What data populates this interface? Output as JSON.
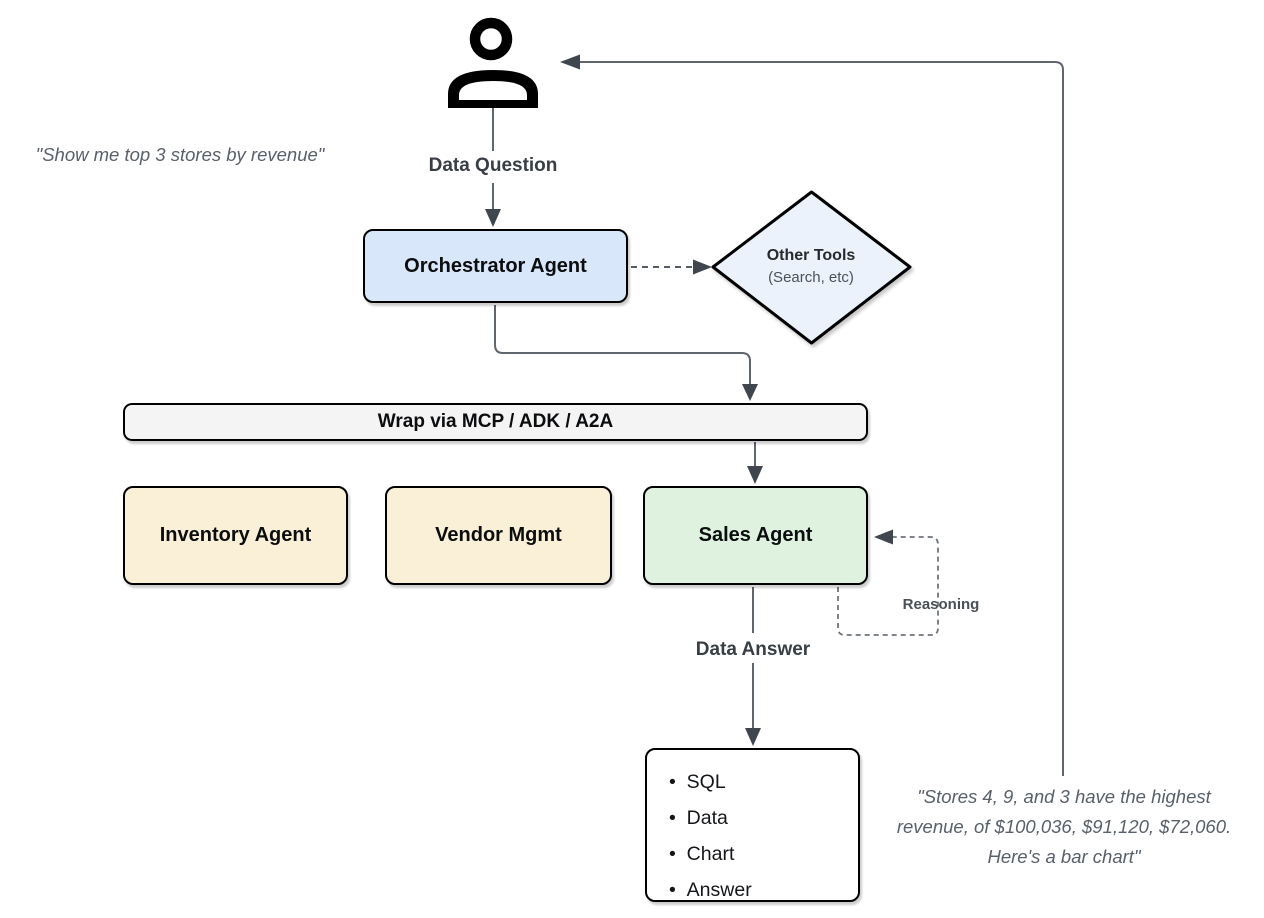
{
  "labels": {
    "data_question": "Data Question",
    "data_answer": "Data Answer",
    "reasoning": "Reasoning"
  },
  "nodes": {
    "orchestrator": {
      "label": "Orchestrator Agent"
    },
    "other_tools": {
      "title": "Other Tools",
      "subtitle": "(Search, etc)"
    },
    "wrap_bar": {
      "label": "Wrap via MCP / ADK / A2A"
    },
    "inventory": {
      "label": "Inventory Agent"
    },
    "vendor": {
      "label": "Vendor Mgmt"
    },
    "sales": {
      "label": "Sales Agent"
    },
    "output": {
      "items": [
        "SQL",
        "Data",
        "Chart",
        "Answer"
      ]
    }
  },
  "quotes": {
    "left": "\"Show me top 3 stores by revenue\"",
    "right": [
      "\"Stores 4, 9, and 3 have the highest",
      "revenue, of $100,036, $91,120, $72,060.",
      "Here's a bar chart\""
    ]
  },
  "icons": {
    "user": "person-icon"
  },
  "colors": {
    "orchestrator_fill": "#d9e7fb",
    "diamond_fill": "#ebf2fc",
    "agent_fill": "#faf0d7",
    "sales_fill": "#def2df",
    "bar_fill": "#f4f4f5",
    "output_fill": "#ffffff",
    "line": "#5f666d",
    "arrowhead": "#3f464e",
    "dashed_line": "#6d747b",
    "quote_text": "#59606a",
    "node_border": "#000000"
  }
}
